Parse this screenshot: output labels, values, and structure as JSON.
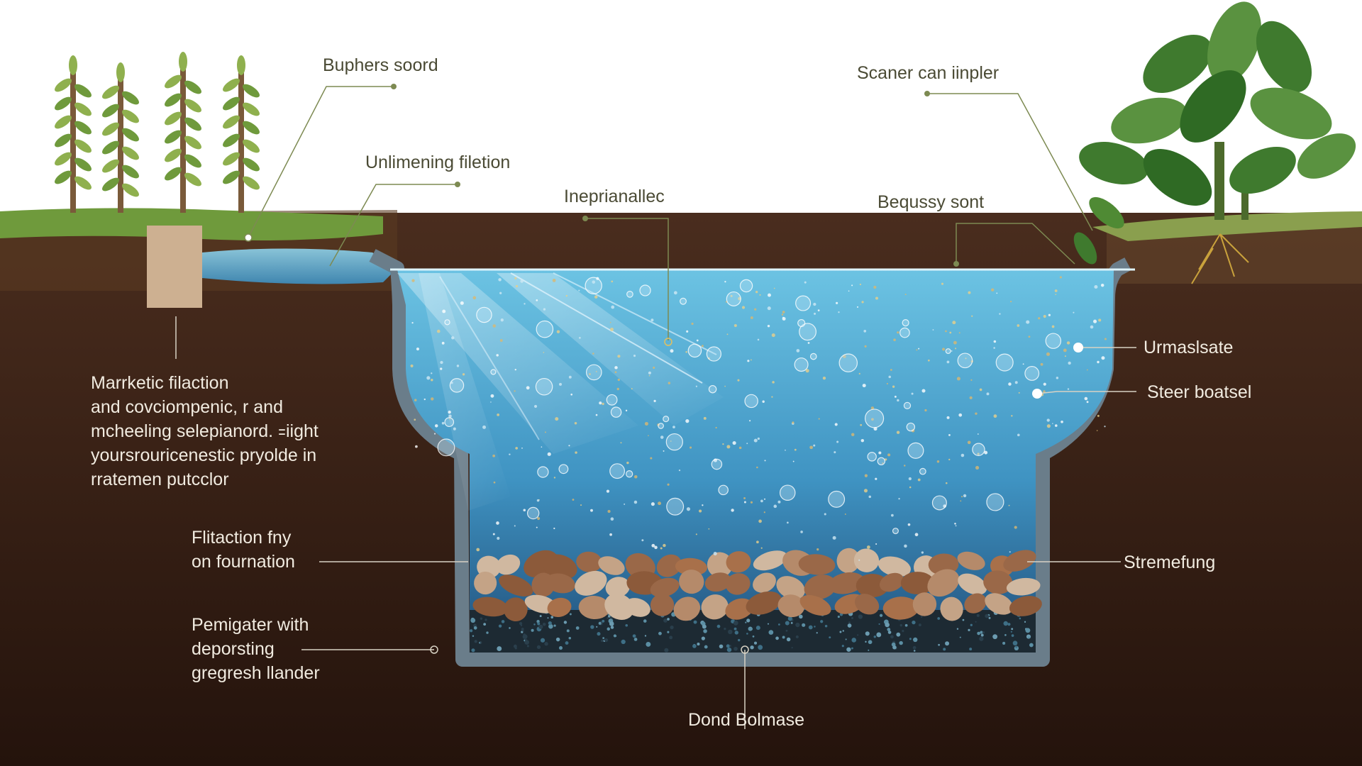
{
  "labels": {
    "top": [
      {
        "id": "buphers",
        "text": "Buphers soord"
      },
      {
        "id": "unlimening",
        "text": "Unlimening filetion"
      },
      {
        "id": "inepria",
        "text": "Ineprianallec"
      },
      {
        "id": "bequssy",
        "text": "Bequssy sont"
      },
      {
        "id": "scaner",
        "text": "Scaner can iinpler"
      }
    ],
    "right": [
      {
        "id": "urmas",
        "text": "Urmaslsate"
      },
      {
        "id": "steer",
        "text": "Steer boatsel"
      },
      {
        "id": "strem",
        "text": "Stremefung"
      }
    ],
    "bottom": {
      "id": "dond",
      "text": "Dond Bolmase"
    },
    "left_paragraph": [
      "Marrketic filaction",
      "and covciompenic, r and",
      "mcheeling selepianord. ꞊iight",
      "yoursrouricenestic pryolde in",
      "rratemen putcclor"
    ],
    "flitaction": [
      "Flitaction fny",
      "on fournation"
    ],
    "pemigater": [
      "Pemigater with",
      "deporsting",
      "gregresh llander"
    ]
  },
  "colors": {
    "soil": "#3b2318",
    "grass": "#6f9a3c",
    "water": "#4aa8cf",
    "water_deep": "#1f5f8c",
    "liner": "#6a7d8a",
    "leader": "#7d8a52",
    "leader_light": "#d8d2c4",
    "rock": "#a8704a",
    "leaf": "#3f7a2e"
  },
  "icons": [
    "sapling-icon",
    "leafy-plant-icon",
    "post-icon",
    "rock-icon",
    "bubble-icon"
  ]
}
